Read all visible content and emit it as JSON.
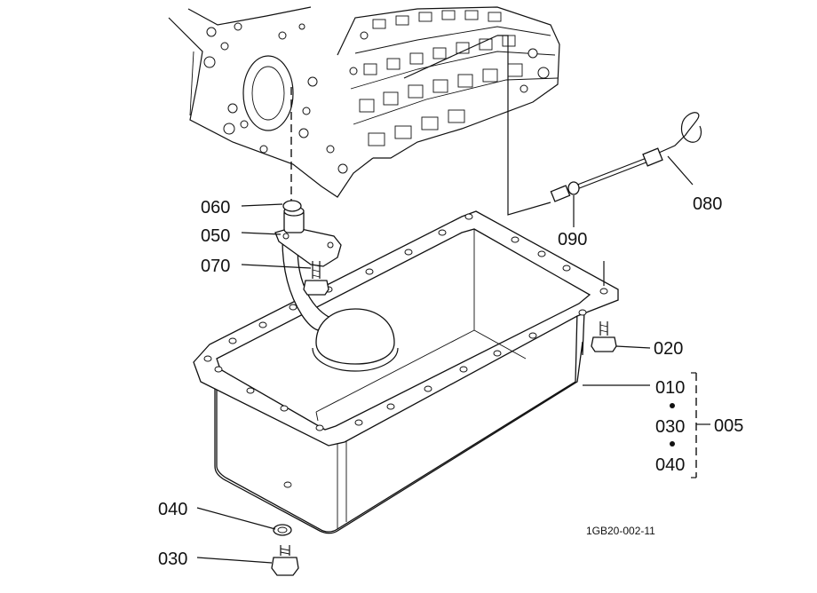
{
  "callouts": {
    "c060": "060",
    "c050": "050",
    "c070": "070",
    "c090": "090",
    "c080": "080",
    "c020": "020",
    "c010": "010",
    "c030_group": "030",
    "c040_group": "040",
    "c005": "005",
    "c040": "040",
    "c030": "030"
  },
  "figure_code": "1GB20-002-11"
}
